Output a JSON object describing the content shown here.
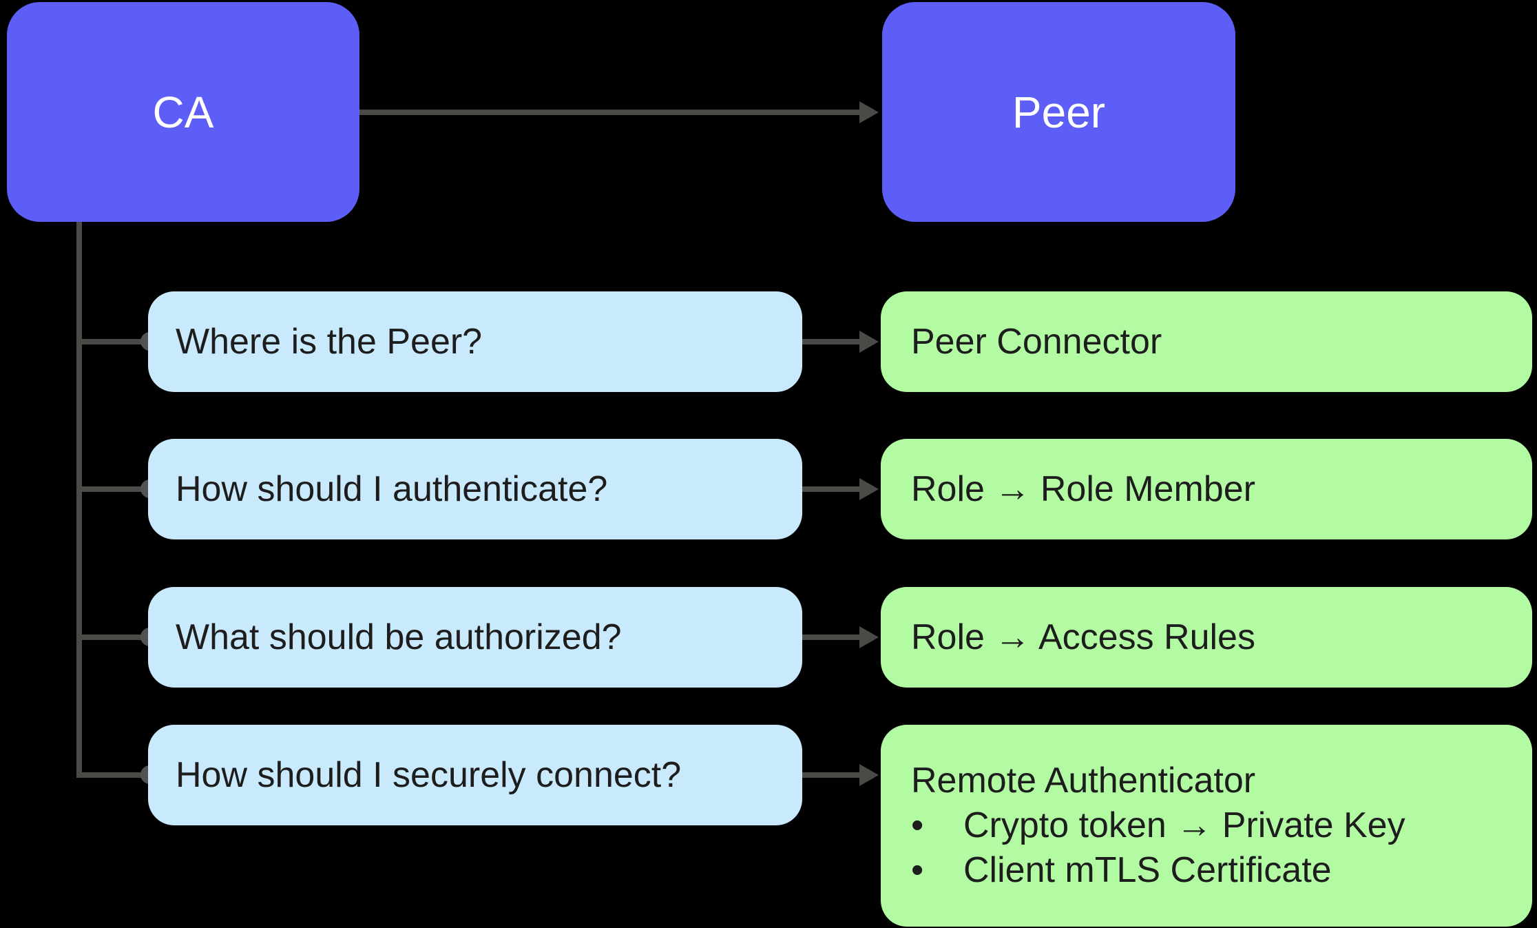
{
  "colors": {
    "background": "#000000",
    "entity_fill": "#5d5df7",
    "entity_text": "#ffffff",
    "question_fill": "#c9e9fc",
    "answer_fill": "#b3fba3",
    "box_text": "#1d1d1d",
    "connector": "#4a4a47"
  },
  "entities": {
    "ca": {
      "label": "CA"
    },
    "peer": {
      "label": "Peer"
    }
  },
  "rows": [
    {
      "question": "Where is the Peer?",
      "answer": {
        "lines": [
          "Peer Connector"
        ]
      }
    },
    {
      "question": "How should I authenticate?",
      "answer": {
        "lines": [
          "Role → Role Member"
        ]
      }
    },
    {
      "question": "What should be authorized?",
      "answer": {
        "lines": [
          "Role → Access Rules"
        ]
      }
    },
    {
      "question": "How should I securely connect?",
      "answer": {
        "lines": [
          "Remote Authenticator",
          "•    Crypto token → Private Key",
          "•    Client mTLS Certificate"
        ]
      }
    }
  ]
}
